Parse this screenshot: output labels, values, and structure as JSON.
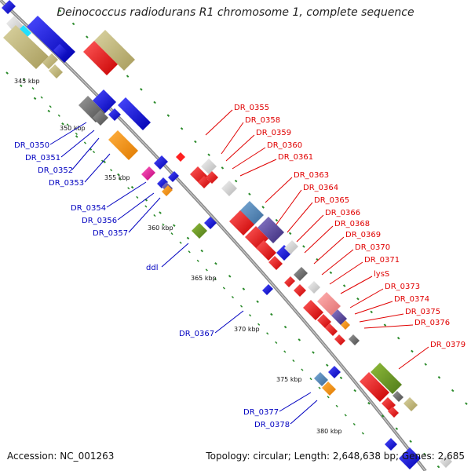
{
  "header": {
    "title": "Deinococcus radiodurans R1 chromosome 1, complete sequence"
  },
  "footer": {
    "accession": "Accession: NC_001263",
    "summary": "Topology: circular; Length: 2,648,638 bp; Genes: 2,685"
  },
  "scale_labels": [
    "345 kbp",
    "350 kbp",
    "355 kbp",
    "360 kbp",
    "365 kbp",
    "370 kbp",
    "375 kbp",
    "380 kbp"
  ],
  "forward_genes": [
    "DR_0355",
    "DR_0358",
    "DR_0359",
    "DR_0360",
    "DR_0361",
    "DR_0363",
    "DR_0364",
    "DR_0365",
    "DR_0366",
    "DR_0368",
    "DR_0369",
    "DR_0370",
    "DR_0371",
    "lysS",
    "DR_0373",
    "DR_0374",
    "DR_0375",
    "DR_0376",
    "DR_0379"
  ],
  "reverse_genes": [
    "DR_0350",
    "DR_0351",
    "DR_0352",
    "DR_0353",
    "DR_0354",
    "DR_0356",
    "DR_0357",
    "ddl",
    "DR_0367",
    "DR_0377",
    "DR_0378"
  ],
  "colors": {
    "forward_label": "#e00000",
    "reverse_label": "#0000c0",
    "backbone": "#8a8a8a",
    "tick": "#2a8a2a"
  }
}
